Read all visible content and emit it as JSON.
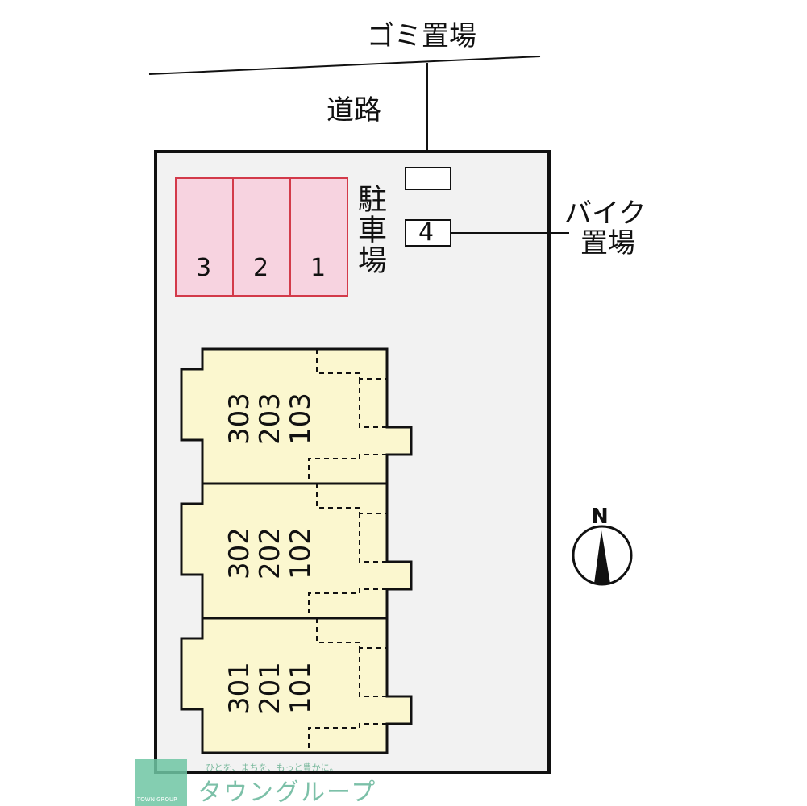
{
  "labels": {
    "garbage": "ゴミ置場",
    "road": "道路",
    "parking": "駐車場",
    "bike": "バイク\n置場",
    "bike_line1": "バイク",
    "bike_line2": "置場",
    "bike_number": "4",
    "north": "N"
  },
  "parking_spaces": [
    "3",
    "2",
    "1"
  ],
  "buildings": [
    {
      "units": [
        "303",
        "203",
        "103"
      ]
    },
    {
      "units": [
        "302",
        "202",
        "102"
      ]
    },
    {
      "units": [
        "301",
        "201",
        "101"
      ]
    }
  ],
  "logo": {
    "tagline": "ひとを、まちを、もっと豊かに。",
    "name": "タウングループ",
    "sub": "TOWN GROUP"
  },
  "colors": {
    "site": "#f2f2f2",
    "parking_fill": "#f7d3e0",
    "parking_border": "#d33a4a",
    "building_fill": "#fbf7cf",
    "logo": "#6fc5a3"
  }
}
